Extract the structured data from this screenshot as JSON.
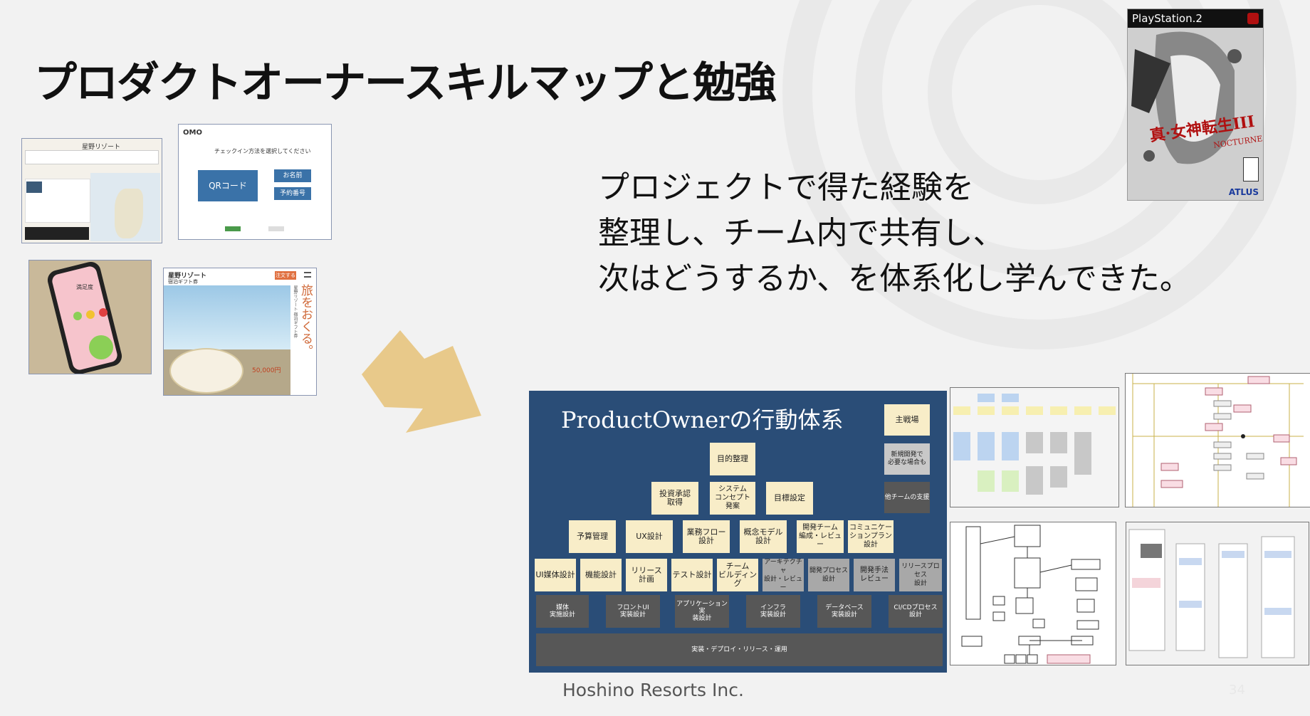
{
  "slide": {
    "title": "プロダクトオーナースキルマップと勉強",
    "description": [
      "プロジェクトで得た経験を",
      "整理し、チーム内で共有し、",
      "次はどうするか、を体系化し学んできた。"
    ],
    "footer": "Hoshino Resorts Inc.",
    "page_number": "34"
  },
  "screenshots": {
    "map_app": {
      "brand": "星野リゾート"
    },
    "checkin": {
      "logo": "OMO",
      "heading": "チェックイン方法を選択してください",
      "qr_button": "QRコード",
      "name_button": "お名前",
      "booking_button": "予約番号"
    },
    "gift": {
      "brand": "星野リゾート",
      "sub": "宿泊ギフト券",
      "order": "注文する",
      "vertical_text": "旅をおくる。",
      "side_caption": "星野リゾート 宿泊ギフト券",
      "amount": "50,000円"
    },
    "phone": {
      "header": "満足度"
    }
  },
  "game_cover": {
    "platform": "PlayStation.2",
    "title_line": "真·女神転生III",
    "subtitle": "NOCTURNE",
    "publisher": "ATLUS"
  },
  "product_owner": {
    "title": "ProductOwnerの行動体系",
    "legend": {
      "main": "主戦場",
      "new": "新規開発で\n必要な場合も",
      "other": "他チームの支援"
    },
    "row1": [
      "目的整理"
    ],
    "row2": [
      "投資承認\n取得",
      "システム\nコンセプト\n発案",
      "目標設定"
    ],
    "row3": [
      "予算管理",
      "UX設計",
      "業務フロー\n設計",
      "概念モデル\n設計",
      "開発チーム\n編成・レビュー",
      "コミュニケー\nションプラン\n設計"
    ],
    "row4": [
      "UI媒体設計",
      "機能設計",
      "リリース\n計画",
      "テスト設計",
      "チーム\nビルディング",
      "アーキテクチャ\n設計・レビュー",
      "開発プロセス\n設計",
      "開発手法\nレビュー",
      "リリースプロセス\n設計"
    ],
    "row5": [
      "媒体\n実施設計",
      "フロントUI\n実装設計",
      "アプリケーション実\n装設計",
      "インフラ\n実装設計",
      "データベース\n実装設計",
      "CI/CDプロセス\n設計"
    ],
    "row6": "実装・デプロイ・リリース・運用"
  },
  "colors": {
    "po_bg": "#2a4d77",
    "core": "#f8edc8",
    "new_dev": "#c8c8c8",
    "support": "#575757",
    "arrow": "#e8c98a"
  }
}
